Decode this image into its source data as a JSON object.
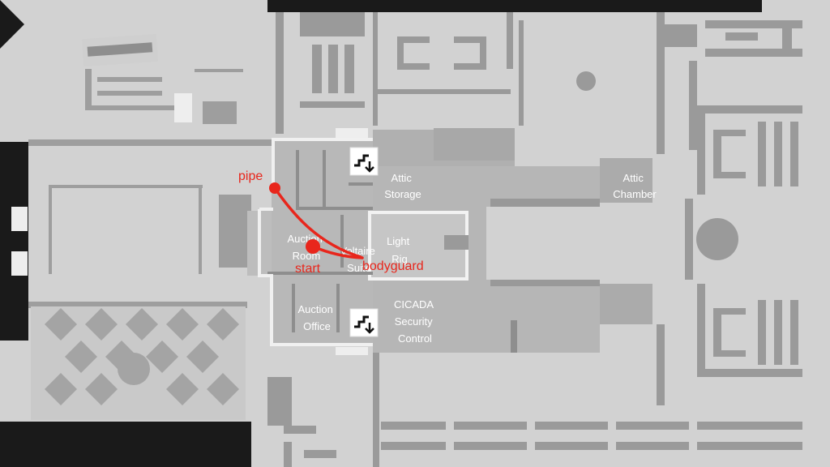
{
  "map": {
    "rooms": [
      {
        "id": "attic-storage",
        "lines": [
          "Attic",
          "Storage"
        ]
      },
      {
        "id": "attic-chamber",
        "lines": [
          "Attic",
          "Chamber"
        ]
      },
      {
        "id": "auction-room",
        "lines": [
          "Auction",
          "Room"
        ]
      },
      {
        "id": "voltaire-suite",
        "lines": [
          "Voltaire",
          "Suite"
        ]
      },
      {
        "id": "light-rig",
        "lines": [
          "Light",
          "Rig"
        ]
      },
      {
        "id": "auction-office",
        "lines": [
          "Auction",
          "Office"
        ]
      },
      {
        "id": "cicada-security-control",
        "lines": [
          "CICADA",
          "Security",
          "Control"
        ]
      }
    ],
    "annotations": {
      "pipe": "pipe",
      "start": "start",
      "bodyguard": "bodyguard"
    },
    "icons": [
      "stairs-down-icon",
      "stairs-down-icon"
    ],
    "colors": {
      "background": "#1a1a1a",
      "floor": "#d0d0d0",
      "walls": "#9a9a9a",
      "highlight_area": "#b4b4b4",
      "route": "#e8261c"
    }
  }
}
